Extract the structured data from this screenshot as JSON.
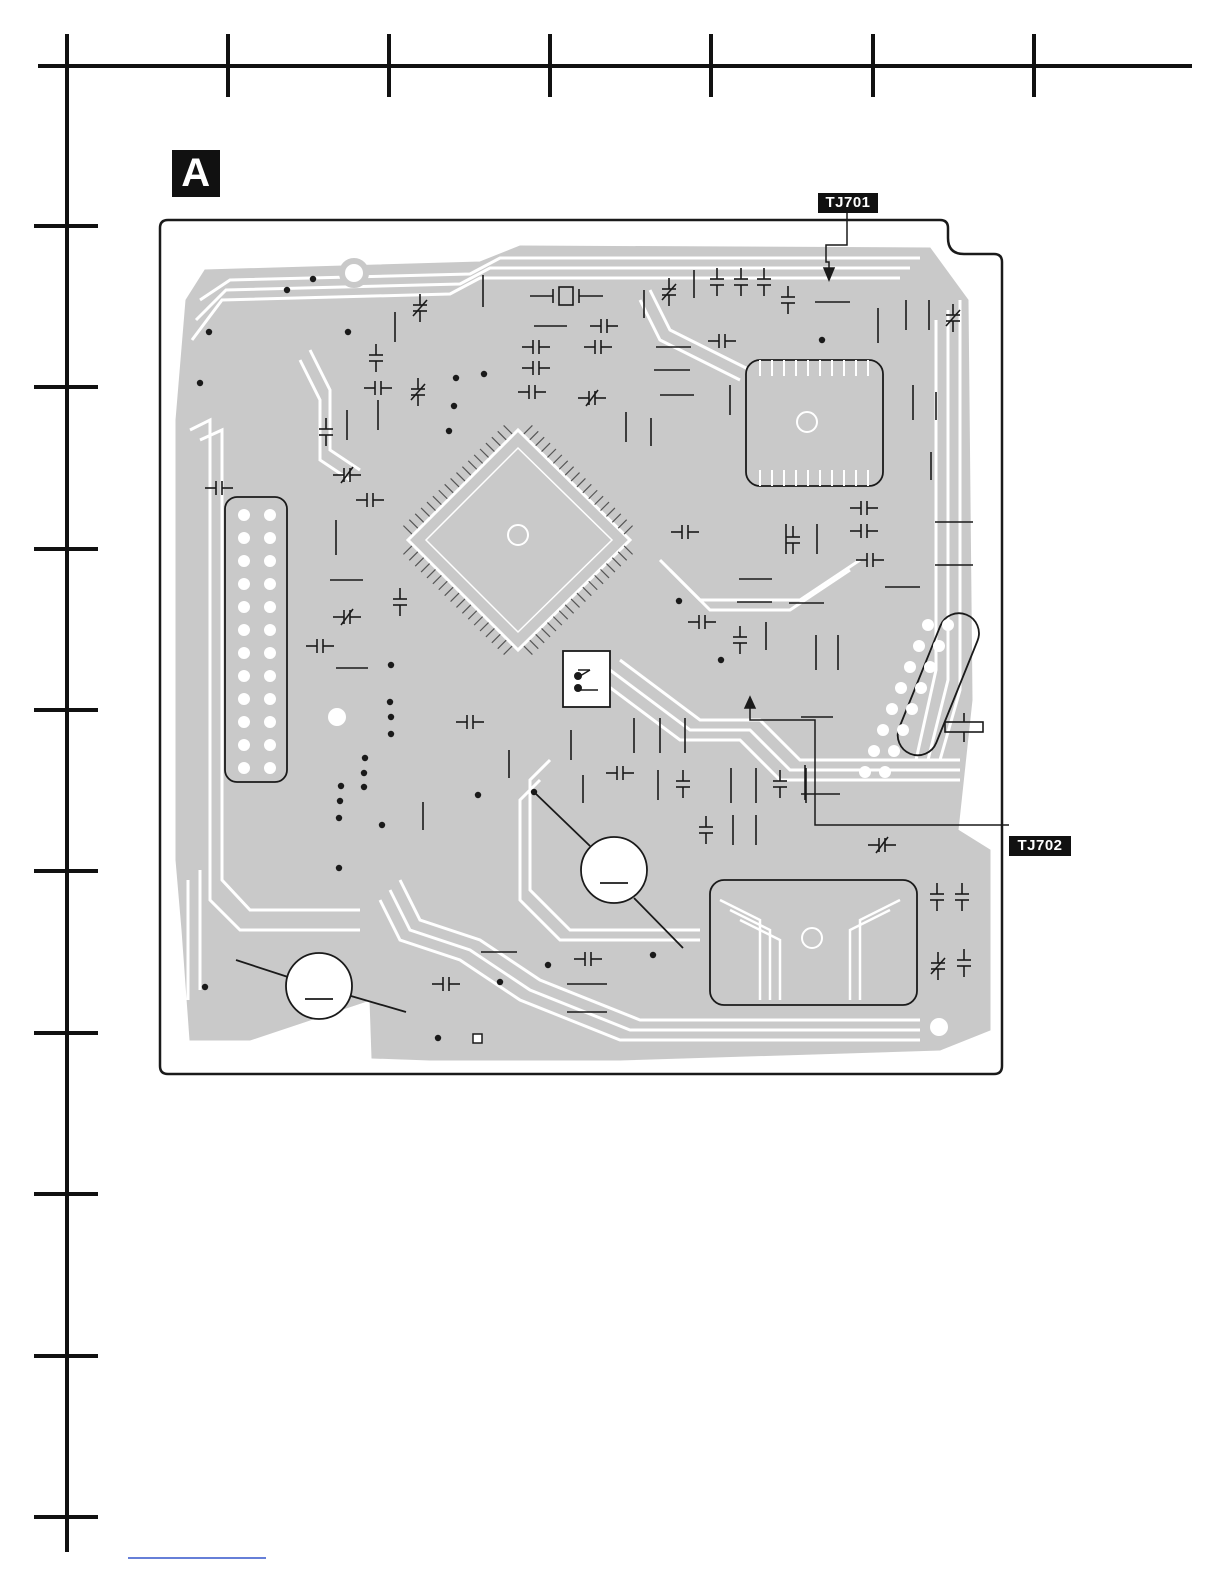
{
  "section_label": "A",
  "test_points": {
    "tj701": "TJ701",
    "tj702": "TJ702"
  },
  "colors": {
    "copper": "#c9c9c9",
    "outline": "#1a1a1a",
    "background": "#ffffff"
  }
}
